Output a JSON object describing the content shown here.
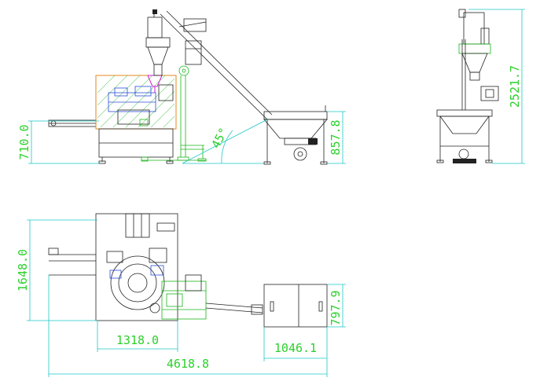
{
  "dimensions": {
    "front_height": "710.0",
    "hopper_height": "857.8",
    "angle": "45°",
    "side_total_height": "2521.7",
    "plan_width": "1648.0",
    "plan_machine_length": "1318.0",
    "plan_hopper_length": "1046.1",
    "plan_hopper_width": "797.9",
    "plan_total_length": "4618.8"
  }
}
